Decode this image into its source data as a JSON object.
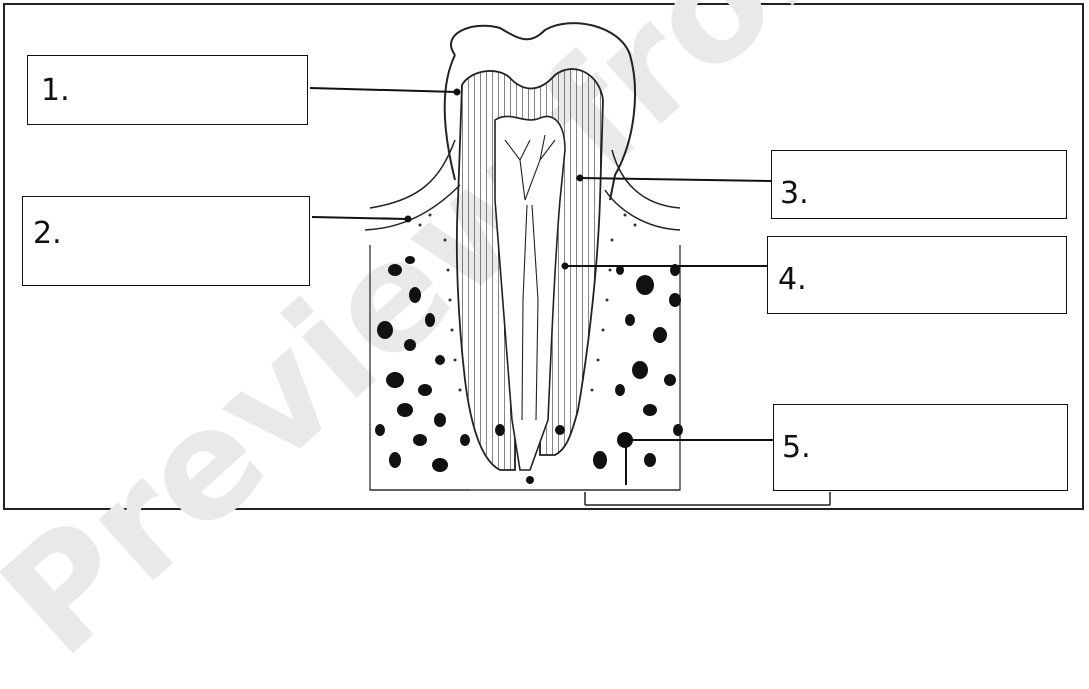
{
  "watermark": {
    "text": "Preview from Notesale.co.uk"
  },
  "labels": [
    {
      "number": "1."
    },
    {
      "number": "2."
    },
    {
      "number": "3."
    },
    {
      "number": "4."
    },
    {
      "number": "5."
    }
  ]
}
